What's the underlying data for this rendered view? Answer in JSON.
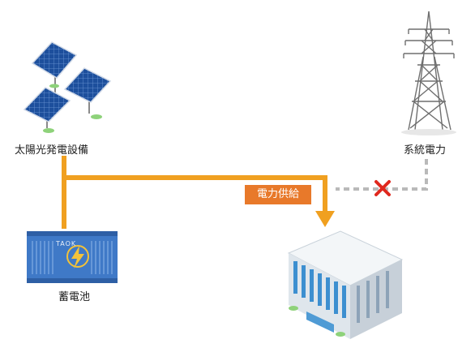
{
  "labels": {
    "solar": "太陽光発電設備",
    "grid": "系統電力",
    "battery": "蓄電池",
    "supply": "電力供給",
    "battery_logo": "TAOK"
  },
  "colors": {
    "flow": "#f0a020",
    "supply_box": "#e8792a",
    "cut_line": "#b9b9b9",
    "cut_mark": "#e0281e",
    "panel": "#1d4f9c",
    "battery": "#3f79c7",
    "building": "#e9eef2"
  },
  "icons": [
    "solar-panel-icon",
    "power-tower-icon",
    "battery-icon",
    "building-icon",
    "cross-mark-icon"
  ]
}
